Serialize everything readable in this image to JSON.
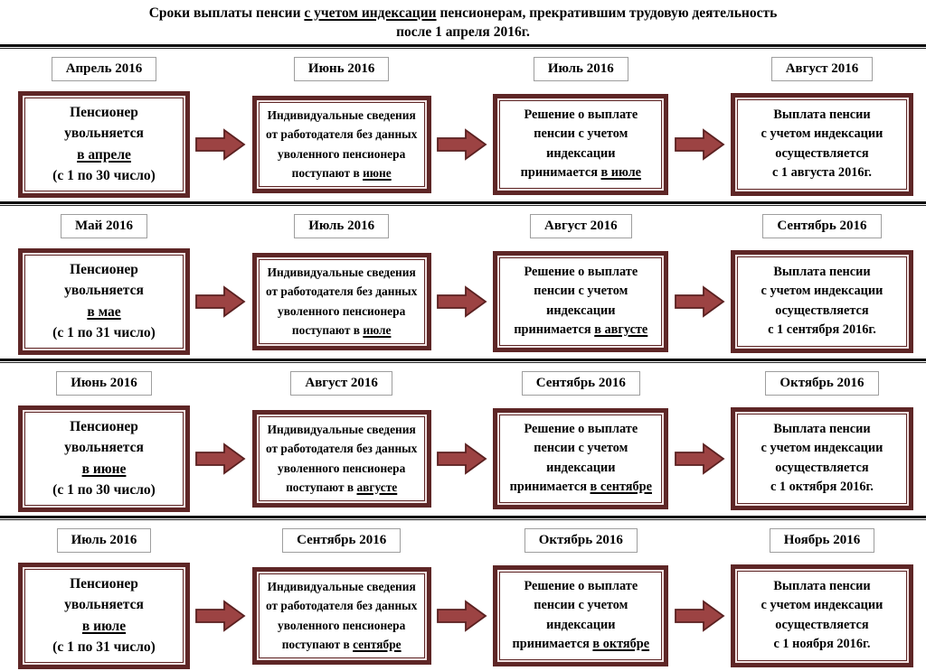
{
  "title": {
    "part1": "Сроки выплаты пенсии ",
    "underlined": "с учетом индексации",
    "part3": " пенсионерам, прекратившим трудовую деятельность",
    "line2": "после 1 апреля 2016г."
  },
  "colors": {
    "box_border": "#5e2626",
    "arrow_fill": "#9c4343",
    "arrow_outline": "#5a2020",
    "inner_gap": "#f2e4e4",
    "label_border": "#9e9e9e",
    "separator": "#0a0a0a",
    "text": "#000000"
  },
  "rows": [
    {
      "months": [
        "Апрель 2016",
        "Июнь 2016",
        "Июль 2016",
        "Август 2016"
      ],
      "steps": [
        {
          "lines": [
            {
              "segs": [
                {
                  "text": "Пенсионер",
                  "underline": false
                }
              ]
            },
            {
              "segs": [
                {
                  "text": "увольняется",
                  "underline": false
                }
              ]
            },
            {
              "segs": [
                {
                  "text": "в апреле",
                  "underline": true
                }
              ]
            },
            {
              "segs": [
                {
                  "text": "(с 1 по 30 число)",
                  "underline": false
                }
              ]
            }
          ]
        },
        {
          "lines": [
            {
              "segs": [
                {
                  "text": "Индивидуальные сведения",
                  "underline": false
                }
              ]
            },
            {
              "segs": [
                {
                  "text": "от работодателя без данных",
                  "underline": false
                }
              ]
            },
            {
              "segs": [
                {
                  "text": "уволенного пенсионера",
                  "underline": false
                }
              ]
            },
            {
              "segs": [
                {
                  "text": "поступают в ",
                  "underline": false
                },
                {
                  "text": "июне",
                  "underline": true
                }
              ]
            }
          ]
        },
        {
          "lines": [
            {
              "segs": [
                {
                  "text": "Решение о выплате",
                  "underline": false
                }
              ]
            },
            {
              "segs": [
                {
                  "text": "пенсии с учетом",
                  "underline": false
                }
              ]
            },
            {
              "segs": [
                {
                  "text": "индексации",
                  "underline": false
                }
              ]
            },
            {
              "segs": [
                {
                  "text": "принимается ",
                  "underline": false
                },
                {
                  "text": "в июле",
                  "underline": true
                }
              ]
            }
          ]
        },
        {
          "lines": [
            {
              "segs": [
                {
                  "text": "Выплата пенсии",
                  "underline": false
                }
              ]
            },
            {
              "segs": [
                {
                  "text": "с учетом индексации",
                  "underline": false
                }
              ]
            },
            {
              "segs": [
                {
                  "text": "осуществляется",
                  "underline": false
                }
              ]
            },
            {
              "segs": [
                {
                  "text": "с 1 августа 2016г.",
                  "underline": false
                }
              ]
            }
          ]
        }
      ]
    },
    {
      "months": [
        "Май 2016",
        "Июль 2016",
        "Август 2016",
        "Сентябрь 2016"
      ],
      "steps": [
        {
          "lines": [
            {
              "segs": [
                {
                  "text": "Пенсионер",
                  "underline": false
                }
              ]
            },
            {
              "segs": [
                {
                  "text": "увольняется",
                  "underline": false
                }
              ]
            },
            {
              "segs": [
                {
                  "text": "в мае",
                  "underline": true
                }
              ]
            },
            {
              "segs": [
                {
                  "text": "(с 1 по 31 число)",
                  "underline": false
                }
              ]
            }
          ]
        },
        {
          "lines": [
            {
              "segs": [
                {
                  "text": "Индивидуальные сведения",
                  "underline": false
                }
              ]
            },
            {
              "segs": [
                {
                  "text": "от работодателя без данных",
                  "underline": false
                }
              ]
            },
            {
              "segs": [
                {
                  "text": "уволенного пенсионера",
                  "underline": false
                }
              ]
            },
            {
              "segs": [
                {
                  "text": "поступают в ",
                  "underline": false
                },
                {
                  "text": "июле",
                  "underline": true
                }
              ]
            }
          ]
        },
        {
          "lines": [
            {
              "segs": [
                {
                  "text": "Решение о выплате",
                  "underline": false
                }
              ]
            },
            {
              "segs": [
                {
                  "text": "пенсии с учетом",
                  "underline": false
                }
              ]
            },
            {
              "segs": [
                {
                  "text": "индексации",
                  "underline": false
                }
              ]
            },
            {
              "segs": [
                {
                  "text": "принимается ",
                  "underline": false
                },
                {
                  "text": "в августе",
                  "underline": true
                }
              ]
            }
          ]
        },
        {
          "lines": [
            {
              "segs": [
                {
                  "text": "Выплата пенсии",
                  "underline": false
                }
              ]
            },
            {
              "segs": [
                {
                  "text": "с учетом индексации",
                  "underline": false
                }
              ]
            },
            {
              "segs": [
                {
                  "text": "осуществляется",
                  "underline": false
                }
              ]
            },
            {
              "segs": [
                {
                  "text": "с 1 сентября 2016г.",
                  "underline": false
                }
              ]
            }
          ]
        }
      ]
    },
    {
      "months": [
        "Июнь 2016",
        "Август 2016",
        "Сентябрь 2016",
        "Октябрь 2016"
      ],
      "steps": [
        {
          "lines": [
            {
              "segs": [
                {
                  "text": "Пенсионер",
                  "underline": false
                }
              ]
            },
            {
              "segs": [
                {
                  "text": "увольняется",
                  "underline": false
                }
              ]
            },
            {
              "segs": [
                {
                  "text": "в июне",
                  "underline": true
                }
              ]
            },
            {
              "segs": [
                {
                  "text": "(с 1 по 30 число)",
                  "underline": false
                }
              ]
            }
          ]
        },
        {
          "lines": [
            {
              "segs": [
                {
                  "text": "Индивидуальные сведения",
                  "underline": false
                }
              ]
            },
            {
              "segs": [
                {
                  "text": "от работодателя без данных",
                  "underline": false
                }
              ]
            },
            {
              "segs": [
                {
                  "text": "уволенного пенсионера",
                  "underline": false
                }
              ]
            },
            {
              "segs": [
                {
                  "text": "поступают в ",
                  "underline": false
                },
                {
                  "text": "августе",
                  "underline": true
                }
              ]
            }
          ]
        },
        {
          "lines": [
            {
              "segs": [
                {
                  "text": "Решение о выплате",
                  "underline": false
                }
              ]
            },
            {
              "segs": [
                {
                  "text": "пенсии с учетом",
                  "underline": false
                }
              ]
            },
            {
              "segs": [
                {
                  "text": "индексации",
                  "underline": false
                }
              ]
            },
            {
              "segs": [
                {
                  "text": "принимается ",
                  "underline": false
                },
                {
                  "text": "в сентябре",
                  "underline": true
                }
              ]
            }
          ]
        },
        {
          "lines": [
            {
              "segs": [
                {
                  "text": "Выплата пенсии",
                  "underline": false
                }
              ]
            },
            {
              "segs": [
                {
                  "text": "с учетом индексации",
                  "underline": false
                }
              ]
            },
            {
              "segs": [
                {
                  "text": "осуществляется",
                  "underline": false
                }
              ]
            },
            {
              "segs": [
                {
                  "text": "с 1 октября 2016г.",
                  "underline": false
                }
              ]
            }
          ]
        }
      ]
    },
    {
      "months": [
        "Июль 2016",
        "Сентябрь 2016",
        "Октябрь 2016",
        "Ноябрь 2016"
      ],
      "steps": [
        {
          "lines": [
            {
              "segs": [
                {
                  "text": "Пенсионер",
                  "underline": false
                }
              ]
            },
            {
              "segs": [
                {
                  "text": "увольняется",
                  "underline": false
                }
              ]
            },
            {
              "segs": [
                {
                  "text": "в июле",
                  "underline": true
                }
              ]
            },
            {
              "segs": [
                {
                  "text": "(с 1 по 31 число)",
                  "underline": false
                }
              ]
            }
          ]
        },
        {
          "lines": [
            {
              "segs": [
                {
                  "text": "Индивидуальные сведения",
                  "underline": false
                }
              ]
            },
            {
              "segs": [
                {
                  "text": "от работодателя без данных",
                  "underline": false
                }
              ]
            },
            {
              "segs": [
                {
                  "text": "уволенного пенсионера",
                  "underline": false
                }
              ]
            },
            {
              "segs": [
                {
                  "text": "поступают в ",
                  "underline": false
                },
                {
                  "text": "сентябре",
                  "underline": true
                }
              ]
            }
          ]
        },
        {
          "lines": [
            {
              "segs": [
                {
                  "text": "Решение о выплате",
                  "underline": false
                }
              ]
            },
            {
              "segs": [
                {
                  "text": "пенсии с учетом",
                  "underline": false
                }
              ]
            },
            {
              "segs": [
                {
                  "text": "индексации",
                  "underline": false
                }
              ]
            },
            {
              "segs": [
                {
                  "text": "принимается ",
                  "underline": false
                },
                {
                  "text": "в октябре",
                  "underline": true
                }
              ]
            }
          ]
        },
        {
          "lines": [
            {
              "segs": [
                {
                  "text": "Выплата пенсии",
                  "underline": false
                }
              ]
            },
            {
              "segs": [
                {
                  "text": "с учетом индексации",
                  "underline": false
                }
              ]
            },
            {
              "segs": [
                {
                  "text": "осуществляется",
                  "underline": false
                }
              ]
            },
            {
              "segs": [
                {
                  "text": "с 1 ноября 2016г.",
                  "underline": false
                }
              ]
            }
          ]
        }
      ]
    }
  ]
}
